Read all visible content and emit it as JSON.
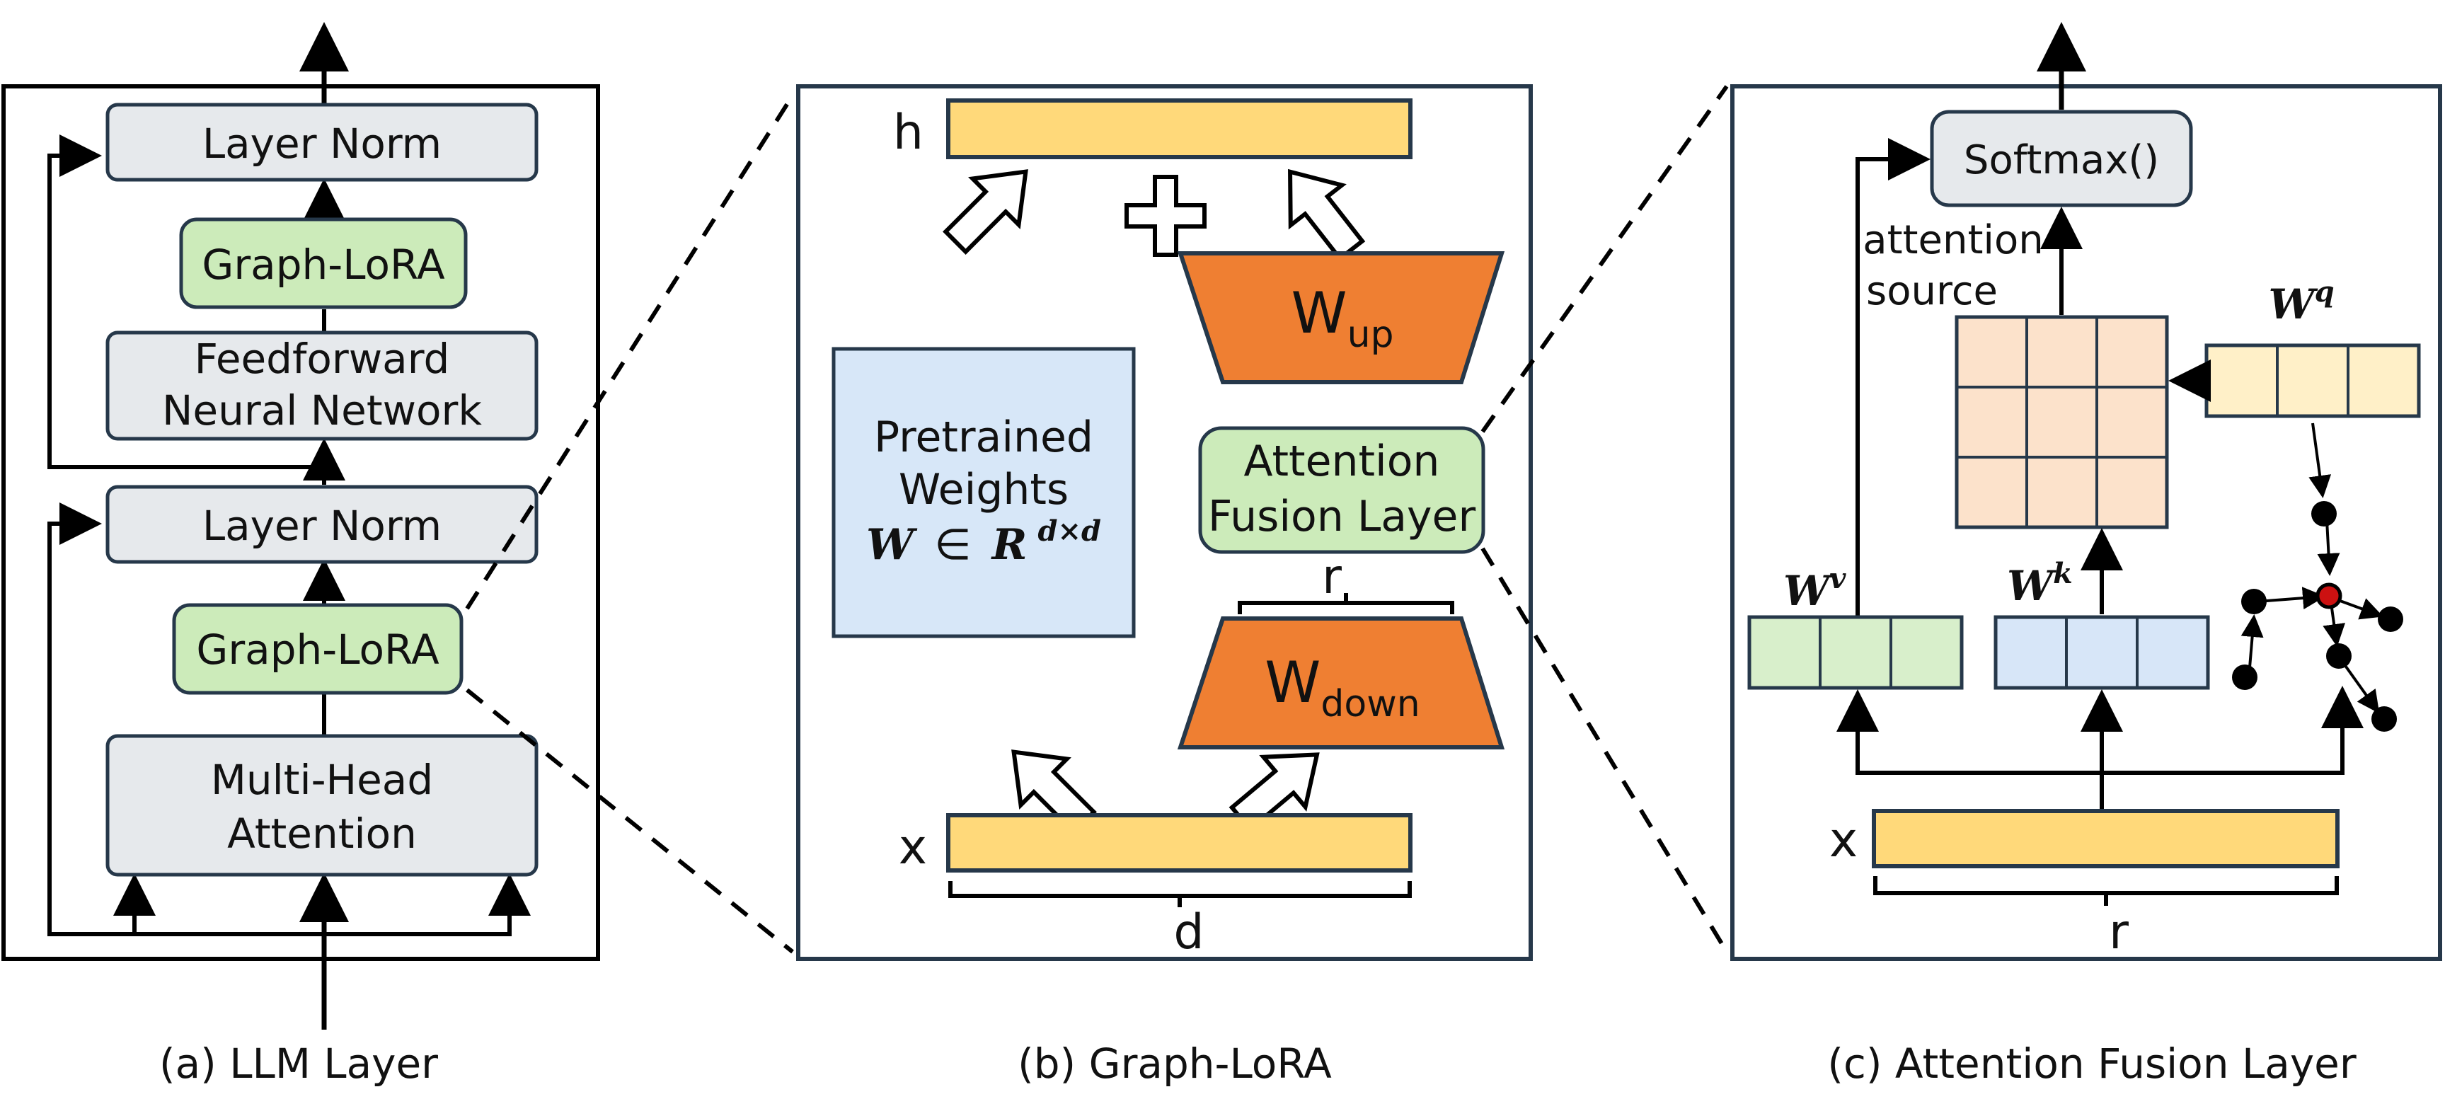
{
  "panel_a": {
    "layer_norm_top": "Layer Norm",
    "graph_lora_top": "Graph-LoRA",
    "ffn_line1": "Feedforward",
    "ffn_line2": "Neural Network",
    "layer_norm_bottom": "Layer Norm",
    "graph_lora_bottom": "Graph-LoRA",
    "mha_line1": "Multi-Head",
    "mha_line2": "Attention",
    "caption": "(a)  LLM Layer"
  },
  "panel_b": {
    "h_label": "h",
    "x_label": "x",
    "w_up_main": "W",
    "w_up_sub": "up",
    "w_down_main": "W",
    "w_down_sub": "down",
    "pretrained_line1": "Pretrained",
    "pretrained_line2": "Weights",
    "weight_formula_w": "W",
    "weight_formula_in": "∈",
    "weight_formula_r": "R",
    "weight_formula_exp": "d×d",
    "fusion_line1": "Attention",
    "fusion_line2": "Fusion Layer",
    "r_label": "r",
    "d_label": "d",
    "caption": "(b)  Graph-LoRA"
  },
  "panel_c": {
    "softmax": "Softmax()",
    "attention_source_line1": "attention",
    "attention_source_line2": "source",
    "wq_base": "W",
    "wq_sup": "q",
    "wv_base": "W",
    "wv_sup": "v",
    "wk_base": "W",
    "wk_sup": "k",
    "x_label": "x",
    "r_label": "r",
    "caption": "(c)  Attention Fusion Layer"
  },
  "colors": {
    "box_gray": "#E6E9EC",
    "box_green": "#CCEBBA",
    "box_blue": "#D7E7F8",
    "bar_yellow": "#FFD97A",
    "trapezoid_orange": "#EF7F32",
    "grid_peach": "#FCE2CB",
    "wq_yellow": "#FFF0C8",
    "wv_green": "#D8EFCB",
    "wk_blue": "#D7E6F8",
    "center_node_red": "#CC1111"
  }
}
